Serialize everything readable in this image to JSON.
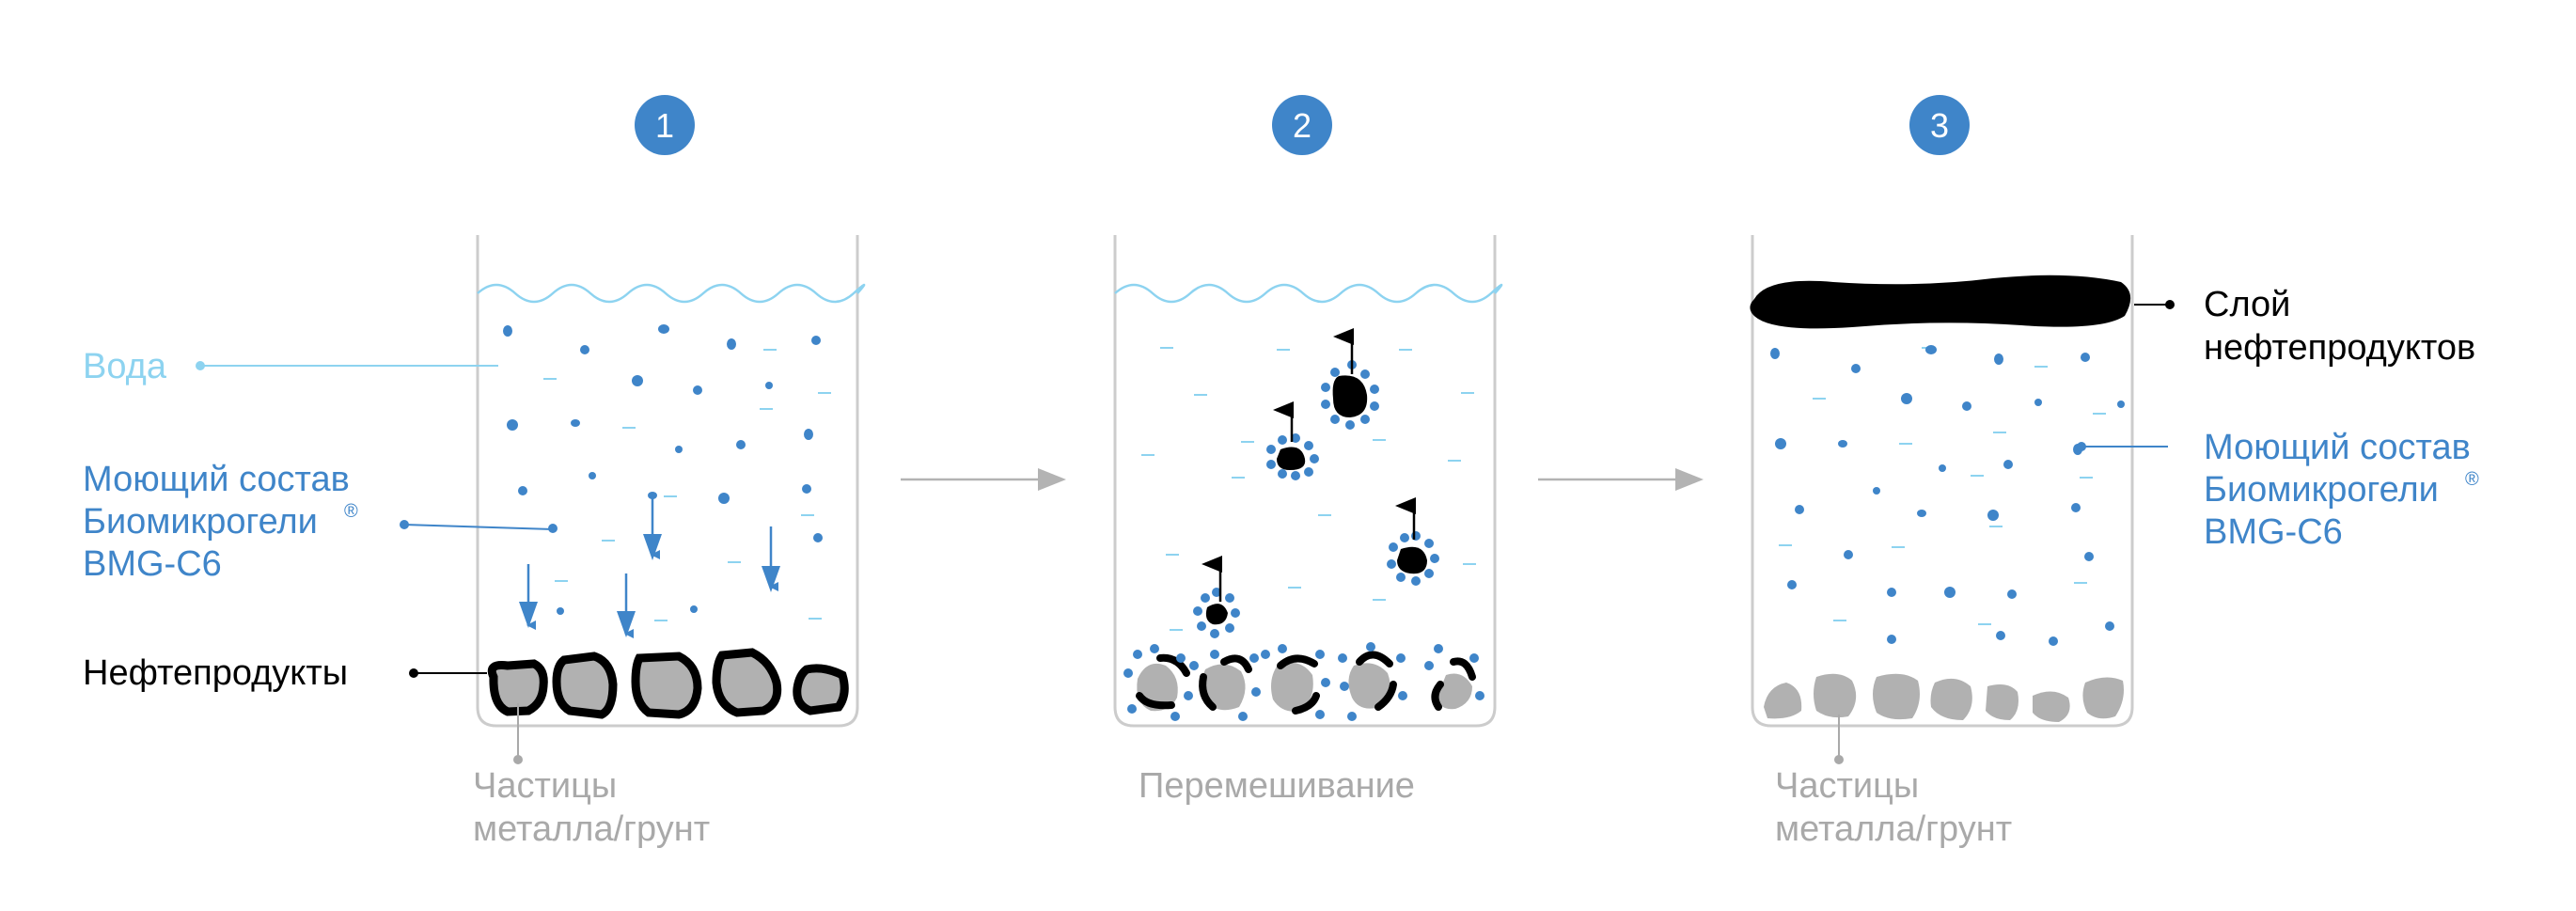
{
  "steps": [
    "1",
    "2",
    "3"
  ],
  "labels": {
    "water": "Вода",
    "agent": [
      "Моющий состав",
      "Биомикрогели",
      "BMG-C6"
    ],
    "registered": "®",
    "oil": "Нефтепродукты",
    "particles": [
      "Частицы",
      "металла/грунт"
    ],
    "mixing": "Перемешивание",
    "oil_layer": [
      "Слой",
      "нефтепродуктов"
    ]
  },
  "colors": {
    "step_circle": "#3f85c9",
    "agent_blue": "#3f85c9",
    "water_cyan": "#8dd3f0",
    "oil_black": "#000000",
    "particle_gray": "#b1b1b1",
    "label_gray": "#a9a9a9",
    "arrow_gray": "#b3b3b3"
  }
}
